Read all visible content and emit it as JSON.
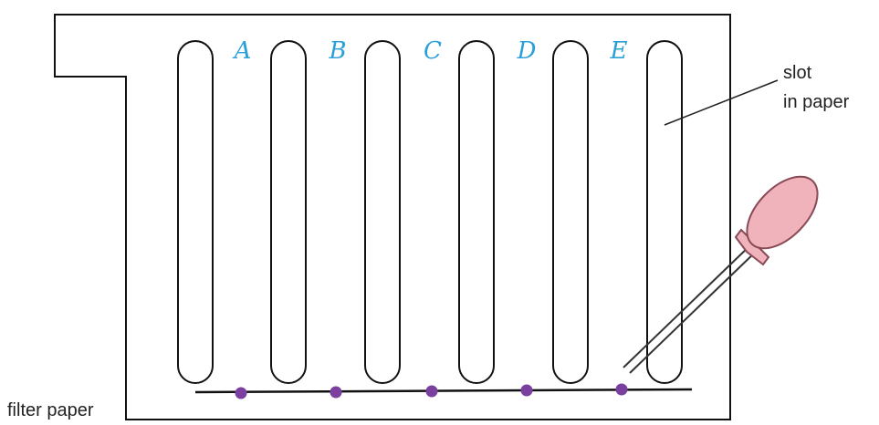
{
  "labels": {
    "slot_line1": "slot",
    "slot_line2": "in paper",
    "filter_paper": "filter paper"
  },
  "lanes": [
    "A",
    "B",
    "C",
    "D",
    "E"
  ],
  "colors": {
    "lane_label": "#2a9fd8",
    "spot": "#7b3fa0",
    "outline": "#111111",
    "dropper_bulb": "#f0b3bc",
    "dropper_bulb_edge": "#8a4a55"
  }
}
